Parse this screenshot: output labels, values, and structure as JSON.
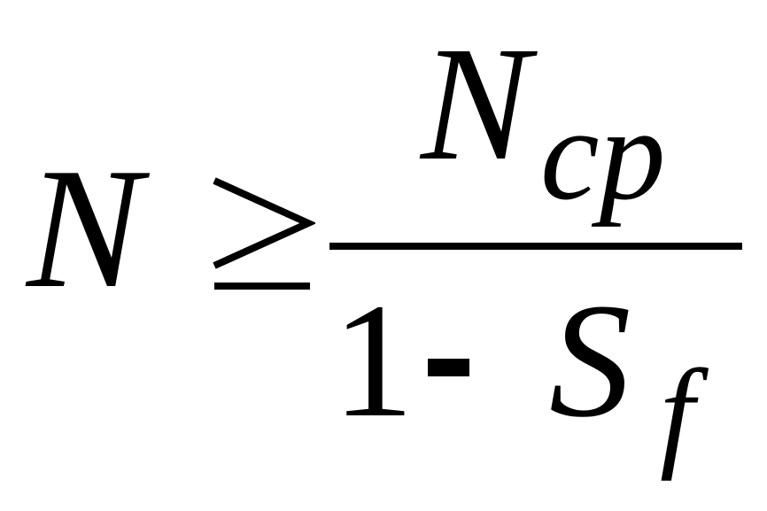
{
  "formula": {
    "lhs": "N",
    "relation": "≥",
    "numerator": {
      "base": "N",
      "subscript": "cp"
    },
    "denominator": {
      "constant": "1",
      "operator": "-",
      "base": "S",
      "subscript": "f"
    }
  }
}
